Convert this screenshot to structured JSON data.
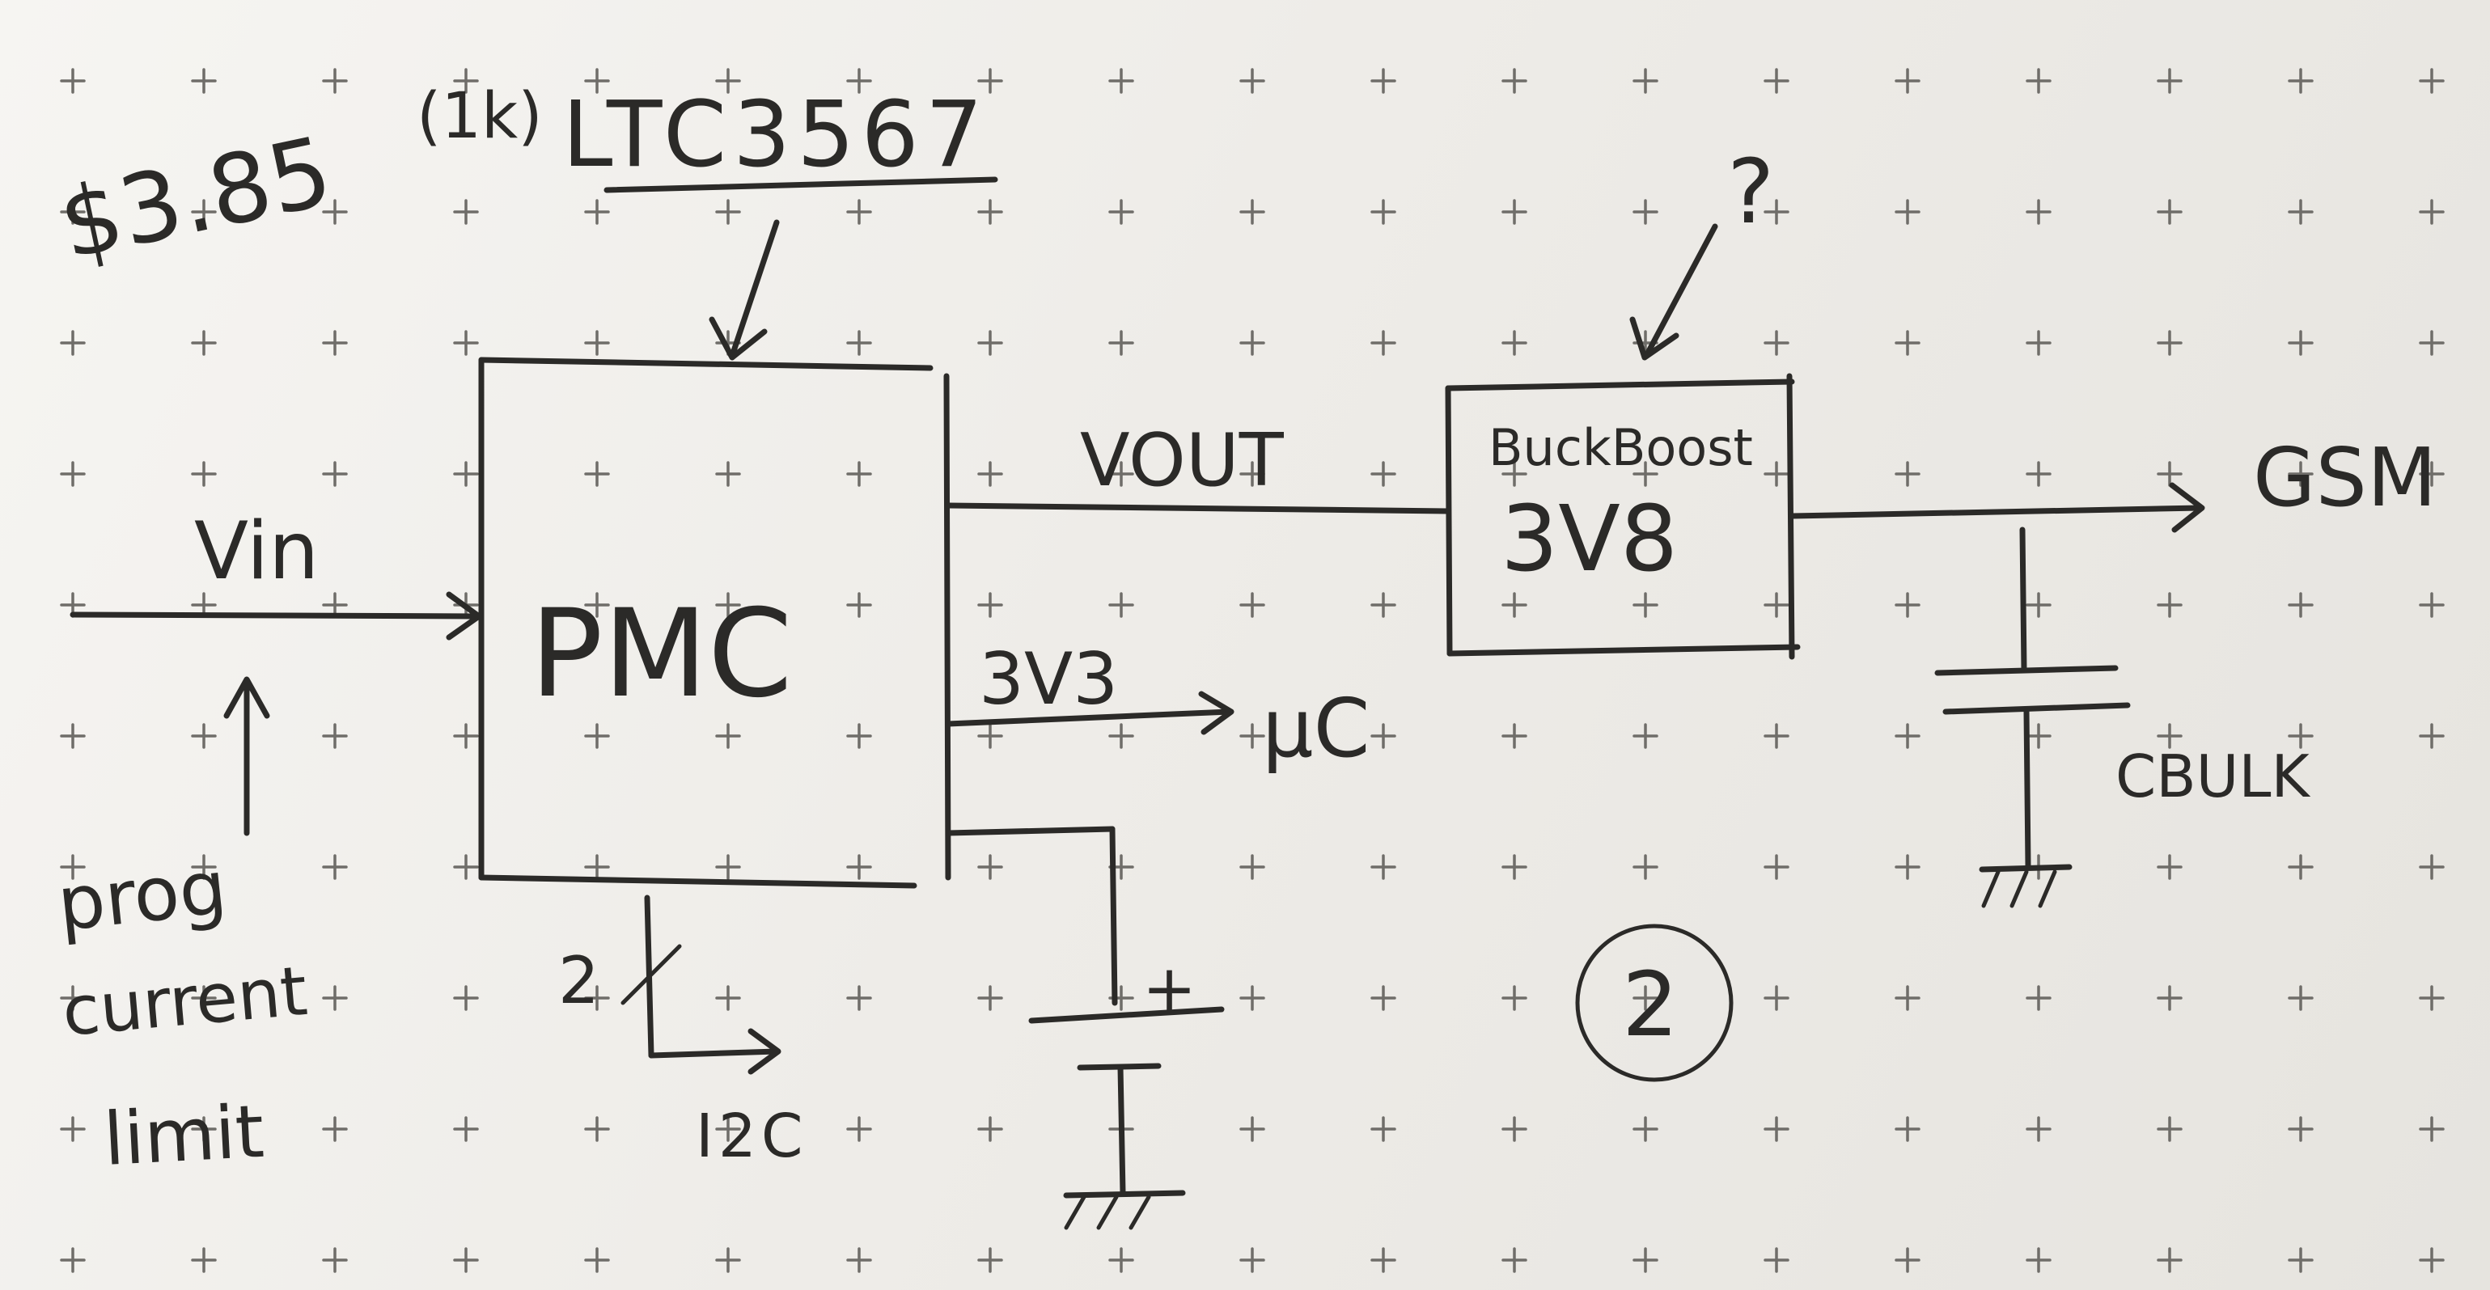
{
  "labels": {
    "price": "$3.85",
    "price_qty": "(1k)",
    "part_number": "LTC3567",
    "question_mark": "?",
    "pmc_block": "PMC",
    "vin": "Vin",
    "prog_line1": "prog",
    "prog_line2": "current",
    "prog_line3": "limit",
    "bus_width": "2",
    "i2c": "I2C",
    "vout": "VOUT",
    "rail_3v3": "3V3",
    "uc": "µC",
    "battery_plus": "+",
    "buckboost_title": "BuckBoost",
    "buckboost_voltage": "3V8",
    "gsm": "GSM",
    "cbulk": "CBULK",
    "page_number": "2"
  },
  "colors": {
    "ink": "#2b2a28",
    "paper": "#efedea",
    "grid": "#6f6d69"
  }
}
